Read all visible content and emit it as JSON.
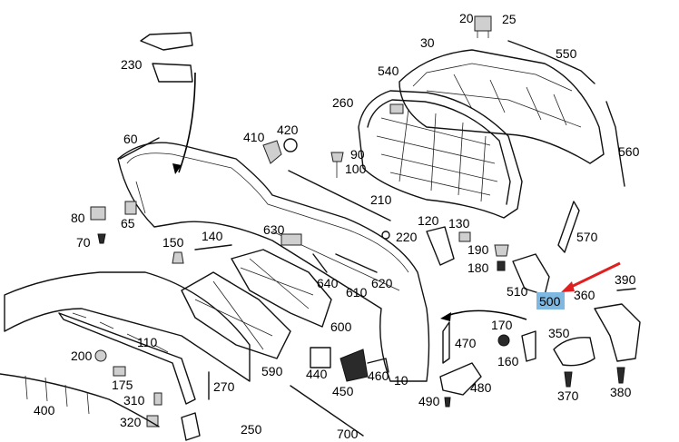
{
  "diagram": {
    "highlight_label": "500",
    "highlight_color": "#7fb8e0",
    "arrow_color": "#e02020",
    "labels": {
      "p20": "20",
      "p25": "25",
      "p30": "30",
      "p550": "550",
      "p540": "540",
      "p230": "230",
      "p260": "260",
      "p560": "560",
      "p60": "60",
      "p410": "410",
      "p420": "420",
      "p90": "90",
      "p100": "100",
      "p210": "210",
      "p80": "80",
      "p65": "65",
      "p70": "70",
      "p150": "150",
      "p140": "140",
      "p630": "630",
      "p120": "120",
      "p130": "130",
      "p220": "220",
      "p570": "570",
      "p190": "190",
      "p180": "180",
      "p390": "390",
      "p510": "510",
      "p500": "500",
      "p360": "360",
      "p640": "640",
      "p620": "620",
      "p610": "610",
      "p600": "600",
      "p170": "170",
      "p350": "350",
      "p110": "110",
      "p200": "200",
      "p470": "470",
      "p160": "160",
      "p175": "175",
      "p270": "270",
      "p590": "590",
      "p440": "440",
      "p460": "460",
      "p10": "10",
      "p480": "480",
      "p370": "370",
      "p380": "380",
      "p450": "450",
      "p310": "310",
      "p400": "400",
      "p490": "490",
      "p320": "320",
      "p250": "250",
      "p700": "700"
    }
  }
}
